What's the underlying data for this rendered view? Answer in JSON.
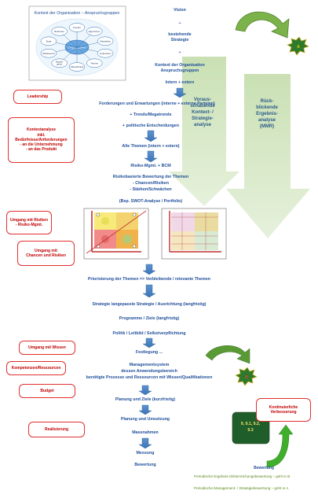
{
  "context_panel": {
    "title": "Kontext der Organisation – Anspruchsgruppen",
    "center": "Organisation",
    "nodes": [
      "Kunden",
      "Eigentümer",
      "Mitarbeiter",
      "Lieferanten",
      "Partner",
      "Öffentlichkeit",
      "Kapital-\ngeber",
      "Wettbewerb",
      "Staat",
      "Behörden"
    ]
  },
  "flow": {
    "vision": "Vision",
    "plus1": "+",
    "strategy": "bestehende\nStrategie",
    "plus2": "+",
    "context": "Kontext der Organisation\nAnspruchsgruppen",
    "internal_external": "Intern + extern",
    "requirements": "Forderungen und Erwartungen (interne + externe Parteien)",
    "trends": "+ Trends/Megatrends",
    "politics": "+ politische Entscheidungen",
    "all_topics": "Alle Themen (intern + extern)",
    "risk": "Risiko-Mgmt. + BCM",
    "riskbased": "Risikobasierte Bewertung der Themen\n- Chancen/Risiken\n- Stärken/Schwächen",
    "swot": "(Bsp. SWOT-Analyse / Portfolio)",
    "prioritization": "Priorisierung der Themen => Verbleibende / relevante Themen",
    "strategy_long": "Strategie /angepasste Strategie / Ausrichtung (langfristig)",
    "programs": "Programme / Ziele (langfristig)",
    "policy": "Politik / Leitbild / Selbstverpflichtung",
    "determination": "Festlegung ...",
    "mgmt_system": "Managementsystem\ndessen Anwendungsbereich\nbenötigte Prozesse und Ressourcen mit Wissen/Qualifikationen",
    "planning": "Planung und Ziele (kurzfristig)",
    "planning_impl": "Planung und Umsetzung",
    "measures": "Massnahmen",
    "measurement": "Messung",
    "evaluation": "Bewertung"
  },
  "side_boxes": {
    "leadership": "Leadership",
    "context_analysis": "Kontextanalyse\ninkl.\nBedürfnisse/Anforderungen\n- an die Unternehmung\n- an das Produkt",
    "risk_handling": "Umgang mit Risiken\n- Risiko-Mgmt.",
    "chance_handling": "Umgang mit\nChancen und Risiken",
    "knowledge": "Umgang mit Wissen",
    "competencies": "Kompetenzen/Ressourcen",
    "budget": "Budget",
    "realization": "Realisierung",
    "improvement": "Kontinuierliche\nVerbesserung"
  },
  "green_columns": {
    "forward": "Voraus-\nschauende\nKontext- /\nStrategie-\nanalyse",
    "backward": "Rück-\nblickende\nErgebnis-\nanalyse\n(MMR)"
  },
  "stars": {
    "top": "A",
    "bottom": "B"
  },
  "pdca_box": "9, 9.1, 9.2,\n9.3",
  "evaluation_label": "Bewertung",
  "periodic": [
    "Periodische Ergebnis-/Zielerreichungsbewertung – geht in B",
    "Periodische Management- / Strategiebewertung – geht in A"
  ],
  "colors": {
    "accent_blue": "#1f4e9a",
    "arrow_blue": "#4a86c5",
    "red": "#c00000",
    "green": "#d4e8c2",
    "dark_green": "#3a7a20"
  }
}
